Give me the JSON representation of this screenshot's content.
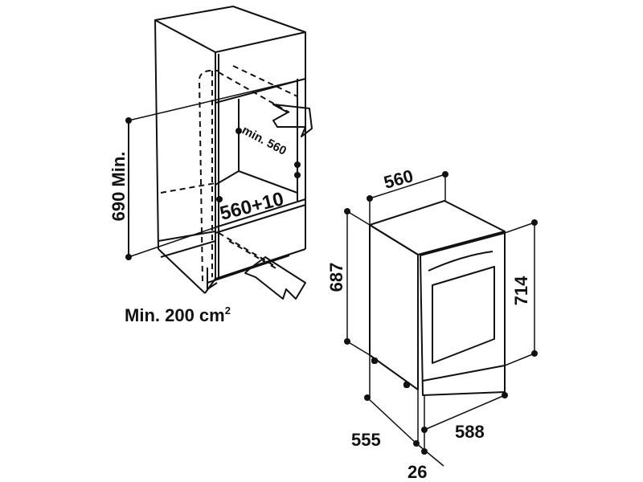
{
  "cabinet": {
    "height_label": "690 Min.",
    "depth_label": "min. 560",
    "width_label": "560+10",
    "vent_label": "Min. 200 cm",
    "vent_superscript": "2"
  },
  "oven": {
    "width_label": "560",
    "side_height_label": "687",
    "front_height_label": "714",
    "depth_label": "555",
    "front_width_label": "588",
    "door_depth_label": "26"
  },
  "colors": {
    "line": "#111111",
    "glass": "#bdbdbd",
    "background": "#ffffff"
  }
}
